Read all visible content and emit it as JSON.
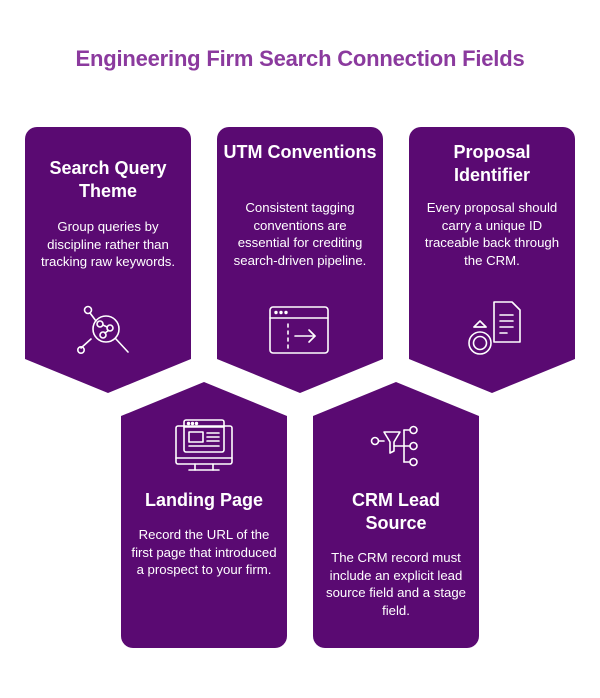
{
  "title": "Engineering Firm Search Connection Fields",
  "cards": [
    {
      "heading": "Search Query Theme",
      "text": "Group queries by discipline rather than tracking raw keywords.",
      "icon": "magnifier-network-icon"
    },
    {
      "heading": "UTM Conventions",
      "text": "Consistent tagging conventions are essential for crediting search-driven pipeline.",
      "icon": "browser-arrow-icon"
    },
    {
      "heading": "Proposal Identifier",
      "text": "Every proposal should carry a unique ID traceable back through the CRM.",
      "icon": "ring-document-icon"
    },
    {
      "heading": "Landing Page",
      "text": "Record the URL of the first page that introduced a prospect to your firm.",
      "icon": "monitor-webpage-icon"
    },
    {
      "heading": "CRM Lead Source",
      "text": "The CRM record must include an explicit lead source field and a stage field.",
      "icon": "funnel-branches-icon"
    }
  ],
  "colors": {
    "card": "#5a0a72",
    "title": "#8b3a9e",
    "text": "#ffffff"
  }
}
